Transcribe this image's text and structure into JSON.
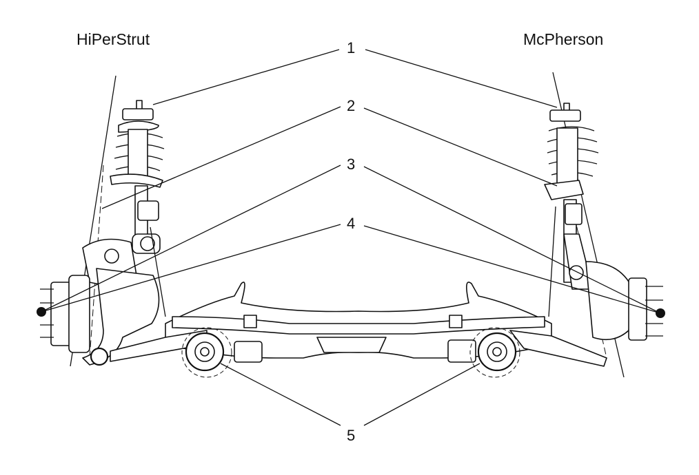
{
  "labels": {
    "left_title": "HiPerStrut",
    "right_title": "McPherson",
    "callouts": [
      "1",
      "2",
      "3",
      "4",
      "5"
    ]
  },
  "colors": {
    "ink": "#111111",
    "background": "#ffffff"
  }
}
